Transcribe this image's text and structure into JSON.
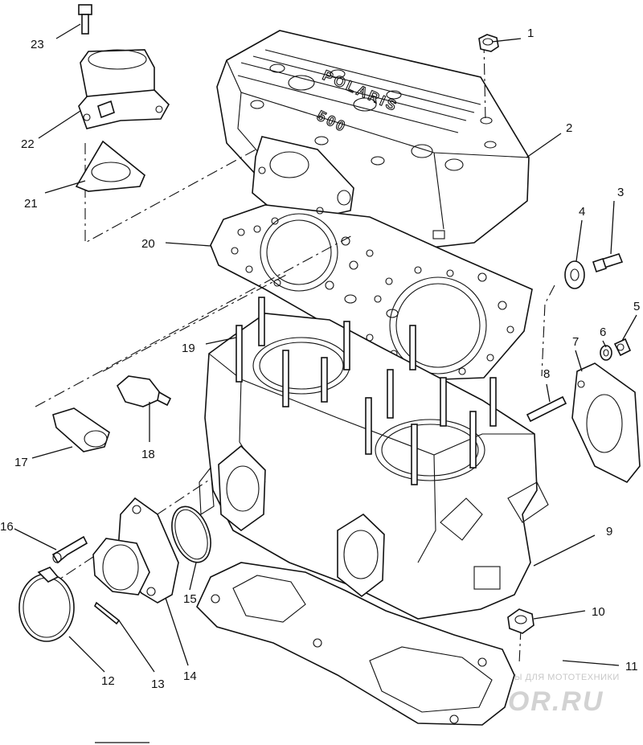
{
  "diagram": {
    "callouts": [
      "1",
      "2",
      "3",
      "4",
      "5",
      "6",
      "7",
      "8",
      "9",
      "10",
      "11",
      "12",
      "13",
      "14",
      "15",
      "16",
      "17",
      "18",
      "19",
      "20",
      "21",
      "22",
      "23"
    ],
    "cover_embossing": [
      "POLARIS",
      "500"
    ]
  },
  "watermark": {
    "caption": "ЗАПЧАСТИ И АКСЕССУАРЫ ДЛЯ МОТОТЕХНИКИ",
    "brand": "PARTSFOR.RU"
  }
}
